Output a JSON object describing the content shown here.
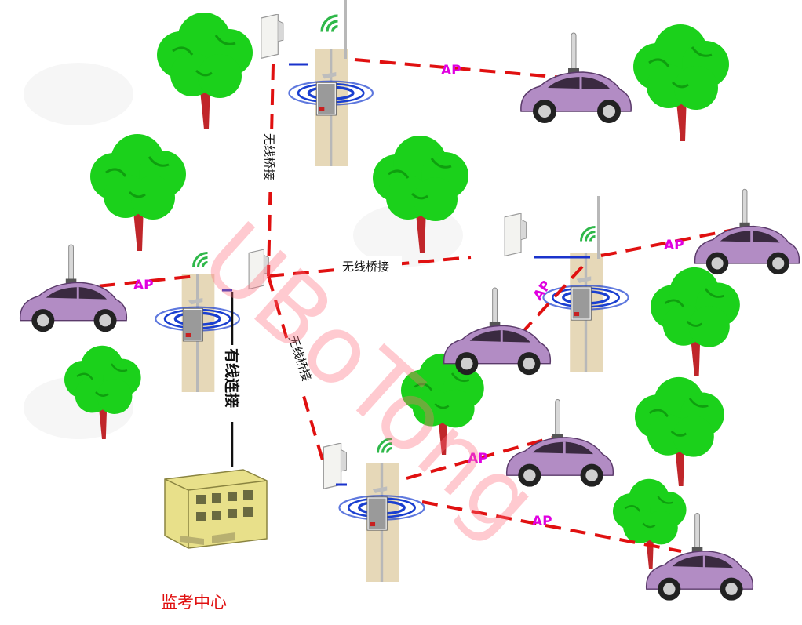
{
  "labels": {
    "ap": "AP",
    "wireless_bridge": "无线桥接",
    "wired_connection": "有线连接",
    "monitor_center": "监考中心"
  },
  "watermark": "UBoTong",
  "colors": {
    "link_red": "#e01010",
    "link_blue": "#1a33cc",
    "ap_label": "#e000e0",
    "tree_green": "#1bd11b",
    "trunk": "#c0262a",
    "car_body": "#b28cc4",
    "pole_bg": "#e6d8b8",
    "building": "#e8e08a"
  },
  "icons": [
    "tree-icon",
    "car-icon",
    "antenna-pole-icon",
    "panel-antenna-icon",
    "building-icon"
  ]
}
